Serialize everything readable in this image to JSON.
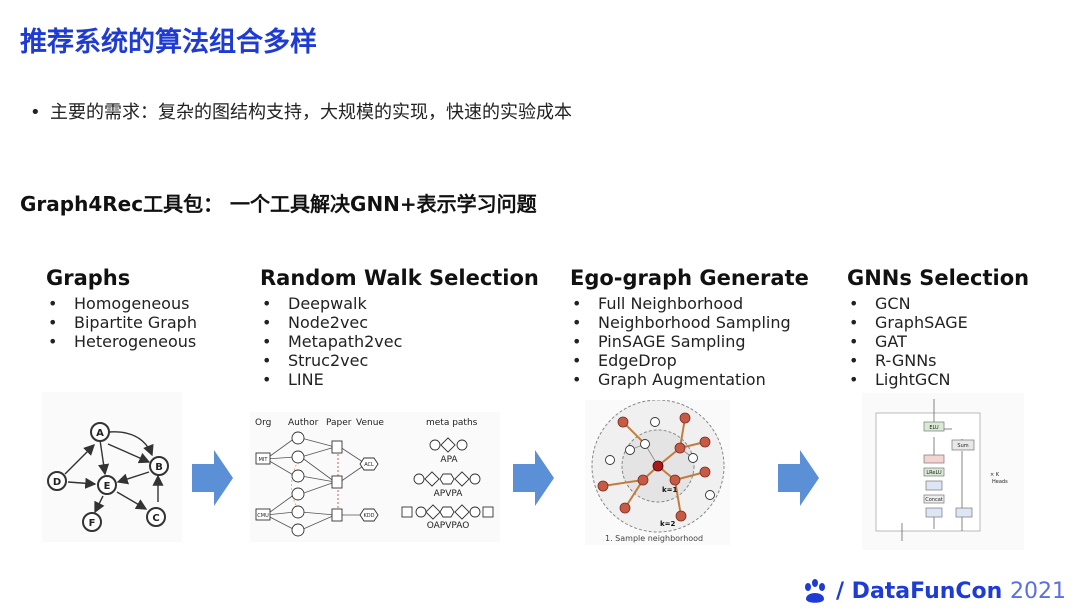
{
  "title": "推荐系统的算法组合多样",
  "requirement": "主要的需求：复杂的图结构支持，大规模的实现，快速的实验成本",
  "subtitle": "Graph4Rec工具包： 一个工具解决GNN+表示学习问题",
  "columns": [
    {
      "heading": "Graphs",
      "items": [
        "Homogeneous",
        "Bipartite Graph",
        "Heterogeneous"
      ]
    },
    {
      "heading": "Random Walk Selection",
      "items": [
        "Deepwalk",
        "Node2vec",
        "Metapath2vec",
        "Struc2vec",
        "LINE"
      ]
    },
    {
      "heading": "Ego-graph Generate",
      "items": [
        "Full Neighborhood",
        "Neighborhood Sampling",
        "PinSAGE Sampling",
        "EdgeDrop",
        "Graph Augmentation"
      ]
    },
    {
      "heading": "GNNs Selection",
      "items": [
        "GCN",
        "GraphSAGE",
        "GAT",
        "R-GNNs",
        "LightGCN"
      ]
    }
  ],
  "figures": {
    "graph_nodes": [
      "A",
      "B",
      "D",
      "E",
      "F",
      "C"
    ],
    "metapath": {
      "headers": [
        "Org",
        "Author",
        "Paper",
        "Venue"
      ],
      "meta_title": "meta paths",
      "paths": [
        "APA",
        "APVPA",
        "OAPVPAO"
      ],
      "side_labels": [
        "MIT",
        "CMU",
        "ACL",
        "KDD"
      ]
    },
    "ego": {
      "k1": "k=1",
      "k2": "k=2",
      "caption": "1. Sample neighborhood"
    },
    "gnn": {
      "elu": "ELU",
      "sum": "Sum",
      "relu": "LReLU",
      "concat": "Concat",
      "heads": "Heads",
      "times_k": "× K"
    }
  },
  "footer": {
    "brand": "/ DataFunCon",
    "year": "2021",
    "logo_icon": "paw-icon"
  },
  "colors": {
    "title": "#1e3bd6",
    "arrow": "#5b8fd6",
    "brand": "#1e3bd6"
  }
}
